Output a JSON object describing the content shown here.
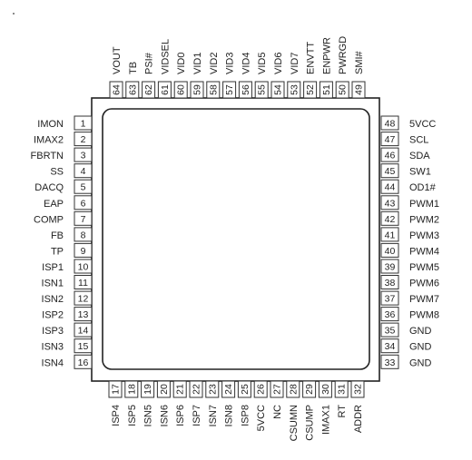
{
  "chip": {
    "pins_left": [
      {
        "num": "1",
        "name": "IMON"
      },
      {
        "num": "2",
        "name": "IMAX2"
      },
      {
        "num": "3",
        "name": "FBRTN"
      },
      {
        "num": "4",
        "name": "SS"
      },
      {
        "num": "5",
        "name": "DACQ"
      },
      {
        "num": "6",
        "name": "EAP"
      },
      {
        "num": "7",
        "name": "COMP"
      },
      {
        "num": "8",
        "name": "FB"
      },
      {
        "num": "9",
        "name": "TP"
      },
      {
        "num": "10",
        "name": "ISP1"
      },
      {
        "num": "11",
        "name": "ISN1"
      },
      {
        "num": "12",
        "name": "ISN2"
      },
      {
        "num": "13",
        "name": "ISP2"
      },
      {
        "num": "14",
        "name": "ISP3"
      },
      {
        "num": "15",
        "name": "ISN3"
      },
      {
        "num": "16",
        "name": "ISN4"
      }
    ],
    "pins_bottom": [
      {
        "num": "17",
        "name": "ISP4"
      },
      {
        "num": "18",
        "name": "ISP5"
      },
      {
        "num": "19",
        "name": "ISN5"
      },
      {
        "num": "20",
        "name": "ISN6"
      },
      {
        "num": "21",
        "name": "ISP6"
      },
      {
        "num": "22",
        "name": "ISP7"
      },
      {
        "num": "23",
        "name": "ISN7"
      },
      {
        "num": "24",
        "name": "ISN8"
      },
      {
        "num": "25",
        "name": "ISP8"
      },
      {
        "num": "26",
        "name": "5VCC"
      },
      {
        "num": "27",
        "name": "NC"
      },
      {
        "num": "28",
        "name": "CSUMN"
      },
      {
        "num": "29",
        "name": "CSUMP"
      },
      {
        "num": "30",
        "name": "IMAX1"
      },
      {
        "num": "31",
        "name": "RT"
      },
      {
        "num": "32",
        "name": "ADDR"
      }
    ],
    "pins_right": [
      {
        "num": "48",
        "name": "5VCC"
      },
      {
        "num": "47",
        "name": "SCL"
      },
      {
        "num": "46",
        "name": "SDA"
      },
      {
        "num": "45",
        "name": "SW1"
      },
      {
        "num": "44",
        "name": "OD1#"
      },
      {
        "num": "43",
        "name": "PWM1"
      },
      {
        "num": "42",
        "name": "PWM2"
      },
      {
        "num": "41",
        "name": "PWM3"
      },
      {
        "num": "40",
        "name": "PWM4"
      },
      {
        "num": "39",
        "name": "PWM5"
      },
      {
        "num": "38",
        "name": "PWM6"
      },
      {
        "num": "37",
        "name": "PWM7"
      },
      {
        "num": "36",
        "name": "PWM8"
      },
      {
        "num": "35",
        "name": "GND"
      },
      {
        "num": "34",
        "name": "GND"
      },
      {
        "num": "33",
        "name": "GND"
      }
    ],
    "pins_top": [
      {
        "num": "64",
        "name": "VOUT"
      },
      {
        "num": "63",
        "name": "TB"
      },
      {
        "num": "62",
        "name": "PSI#"
      },
      {
        "num": "61",
        "name": "VIDSEL"
      },
      {
        "num": "60",
        "name": "VID0"
      },
      {
        "num": "59",
        "name": "VID1"
      },
      {
        "num": "58",
        "name": "VID2"
      },
      {
        "num": "57",
        "name": "VID3"
      },
      {
        "num": "56",
        "name": "VID4"
      },
      {
        "num": "55",
        "name": "VID5"
      },
      {
        "num": "54",
        "name": "VID6"
      },
      {
        "num": "53",
        "name": "VID7"
      },
      {
        "num": "52",
        "name": "ENVTT"
      },
      {
        "num": "51",
        "name": "ENPWR"
      },
      {
        "num": "50",
        "name": "PWRGD"
      },
      {
        "num": "49",
        "name": "SMI#"
      }
    ]
  }
}
